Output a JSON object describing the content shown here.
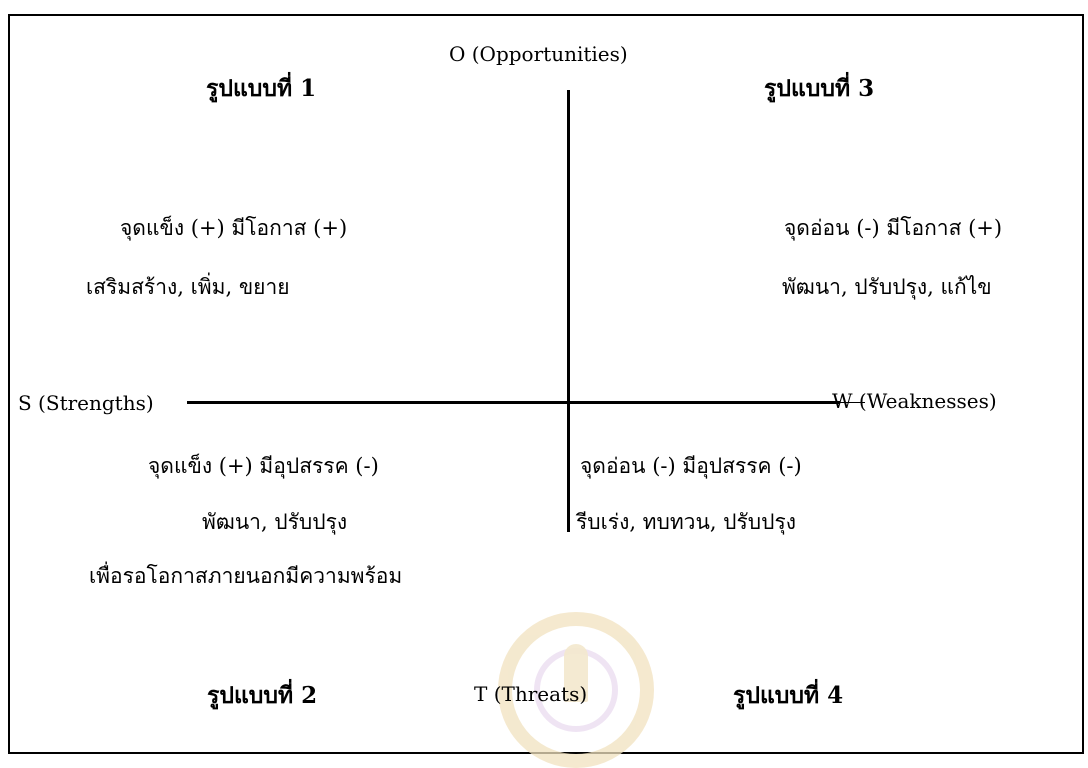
{
  "diagram": {
    "axis_top": "O (Opportunities)",
    "axis_bottom": "T (Threats)",
    "axis_left": "S (Strengths)",
    "axis_right": "W (Weaknesses)",
    "quadrants": {
      "q1": {
        "title": "รูปแบบที่ 1",
        "line1": "จุดแข็ง (+) มีโอกาส (+)",
        "line2": "เสริมสร้าง, เพิ่ม, ขยาย"
      },
      "q2": {
        "title": "รูปแบบที่ 2",
        "line1": "จุดแข็ง (+) มีอุปสรรค (-)",
        "line2": "พัฒนา, ปรับปรุง",
        "line3": "เพื่อรอโอกาสภายนอกมีความพร้อม"
      },
      "q3": {
        "title": "รูปแบบที่ 3",
        "line1": "จุดอ่อน (-) มีโอกาส (+)",
        "line2": "พัฒนา, ปรับปรุง, แก้ไข"
      },
      "q4": {
        "title": "รูปแบบที่ 4",
        "line1": "จุดอ่อน (-) มีอุปสรรค (-)",
        "line2": "รีบเร่ง, ทบทวน, ปรับปรุง"
      }
    }
  }
}
